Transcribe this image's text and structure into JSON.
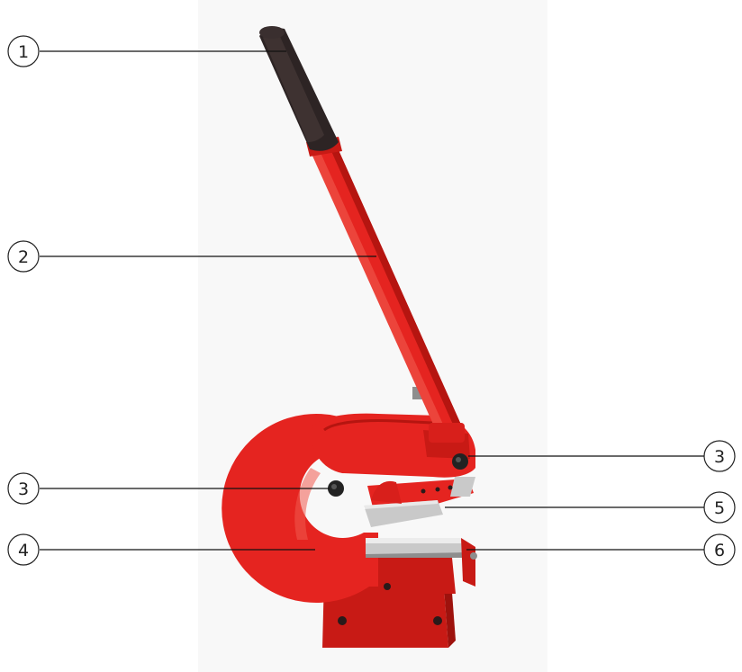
{
  "colors": {
    "background": "#ffffff",
    "backdrop": "#f8f8f8",
    "body_red": "#e52420",
    "body_red_dark": "#b51510",
    "body_red_light": "#f05a4f",
    "grip": "#2d2424",
    "grip_highlight": "#4a3c3a",
    "blade_steel": "#c9c9c9",
    "blade_steel_dark": "#8e8e8e",
    "bolt": "#222222",
    "leader_line": "#111111",
    "callout_circle": "#222222"
  },
  "icons": {
    "subject": "hand-lever-shear-icon"
  },
  "callouts": [
    {
      "id": "c1",
      "number": "1"
    },
    {
      "id": "c2",
      "number": "2"
    },
    {
      "id": "c3a",
      "number": "3"
    },
    {
      "id": "c3b",
      "number": "3"
    },
    {
      "id": "c4",
      "number": "4"
    },
    {
      "id": "c5",
      "number": "5"
    },
    {
      "id": "c6",
      "number": "6"
    }
  ]
}
